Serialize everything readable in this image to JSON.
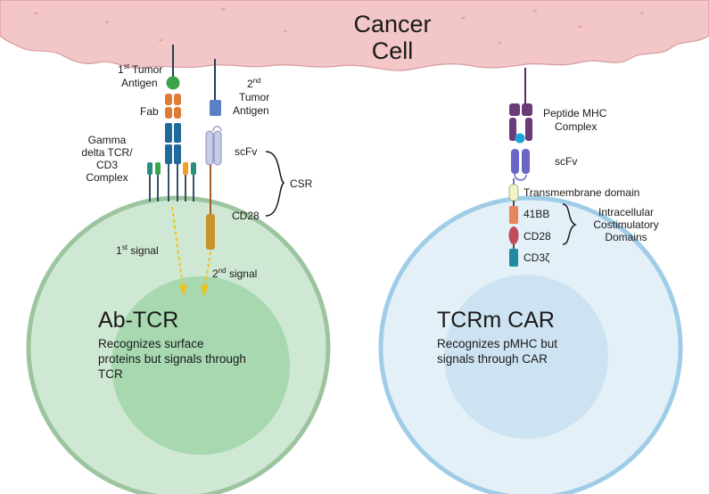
{
  "cancer_cell": {
    "line1": "Cancer",
    "line2": "Cell"
  },
  "left": {
    "antigen1": {
      "sup": "st",
      "num": "1",
      "word1": "Tumor",
      "word2": "Antigen"
    },
    "antigen2": {
      "num": "2",
      "sup": "nd",
      "word1": "Tumor",
      "word2": "Antigen"
    },
    "fab": "Fab",
    "tcr_lines": [
      "Gamma",
      "delta TCR/",
      "CD3",
      "Complex"
    ],
    "scfv": "scFv",
    "csr": "CSR",
    "cd28": "CD28",
    "signal1": {
      "num": "1",
      "sup": "st",
      "word": "signal"
    },
    "signal2": {
      "num": "2",
      "sup": "nd",
      "word": "signal"
    },
    "title": "Ab-TCR",
    "desc": [
      "Recognizes surface",
      "proteins but signals through",
      "TCR"
    ]
  },
  "right": {
    "pmhc_lines": [
      "Peptide MHC",
      "Complex"
    ],
    "scfv": "scFv",
    "tm": "Transmembrane domain",
    "bb41": "41BB",
    "cd28": "CD28",
    "cd3z": "CD3ζ",
    "intra_lines": [
      "Intracellular",
      "Costimulatory",
      "Domains"
    ],
    "title": "TCRm CAR",
    "desc": [
      "Recognizes pMHC but",
      "signals through CAR"
    ]
  },
  "colors": {
    "cancer_fill": "#f3c6c7",
    "cancer_stroke": "#d99b9e",
    "left_cell": "#cfe8d3",
    "left_cell_stroke": "#9cc59f",
    "left_nucleus": "#a7d8b0",
    "right_cell": "#e3f0f8",
    "right_cell_stroke": "#9fcde8",
    "right_nucleus": "#cde3f1",
    "signal_arrow": "#f2c21b"
  },
  "icons": [
    "green-antigen-sphere",
    "blue-antigen-block",
    "orange-fab-segments",
    "blue-tcr-segments",
    "scfv-loop",
    "cd28-rod",
    "mhc-block",
    "peptide-ball",
    "car-domains"
  ]
}
